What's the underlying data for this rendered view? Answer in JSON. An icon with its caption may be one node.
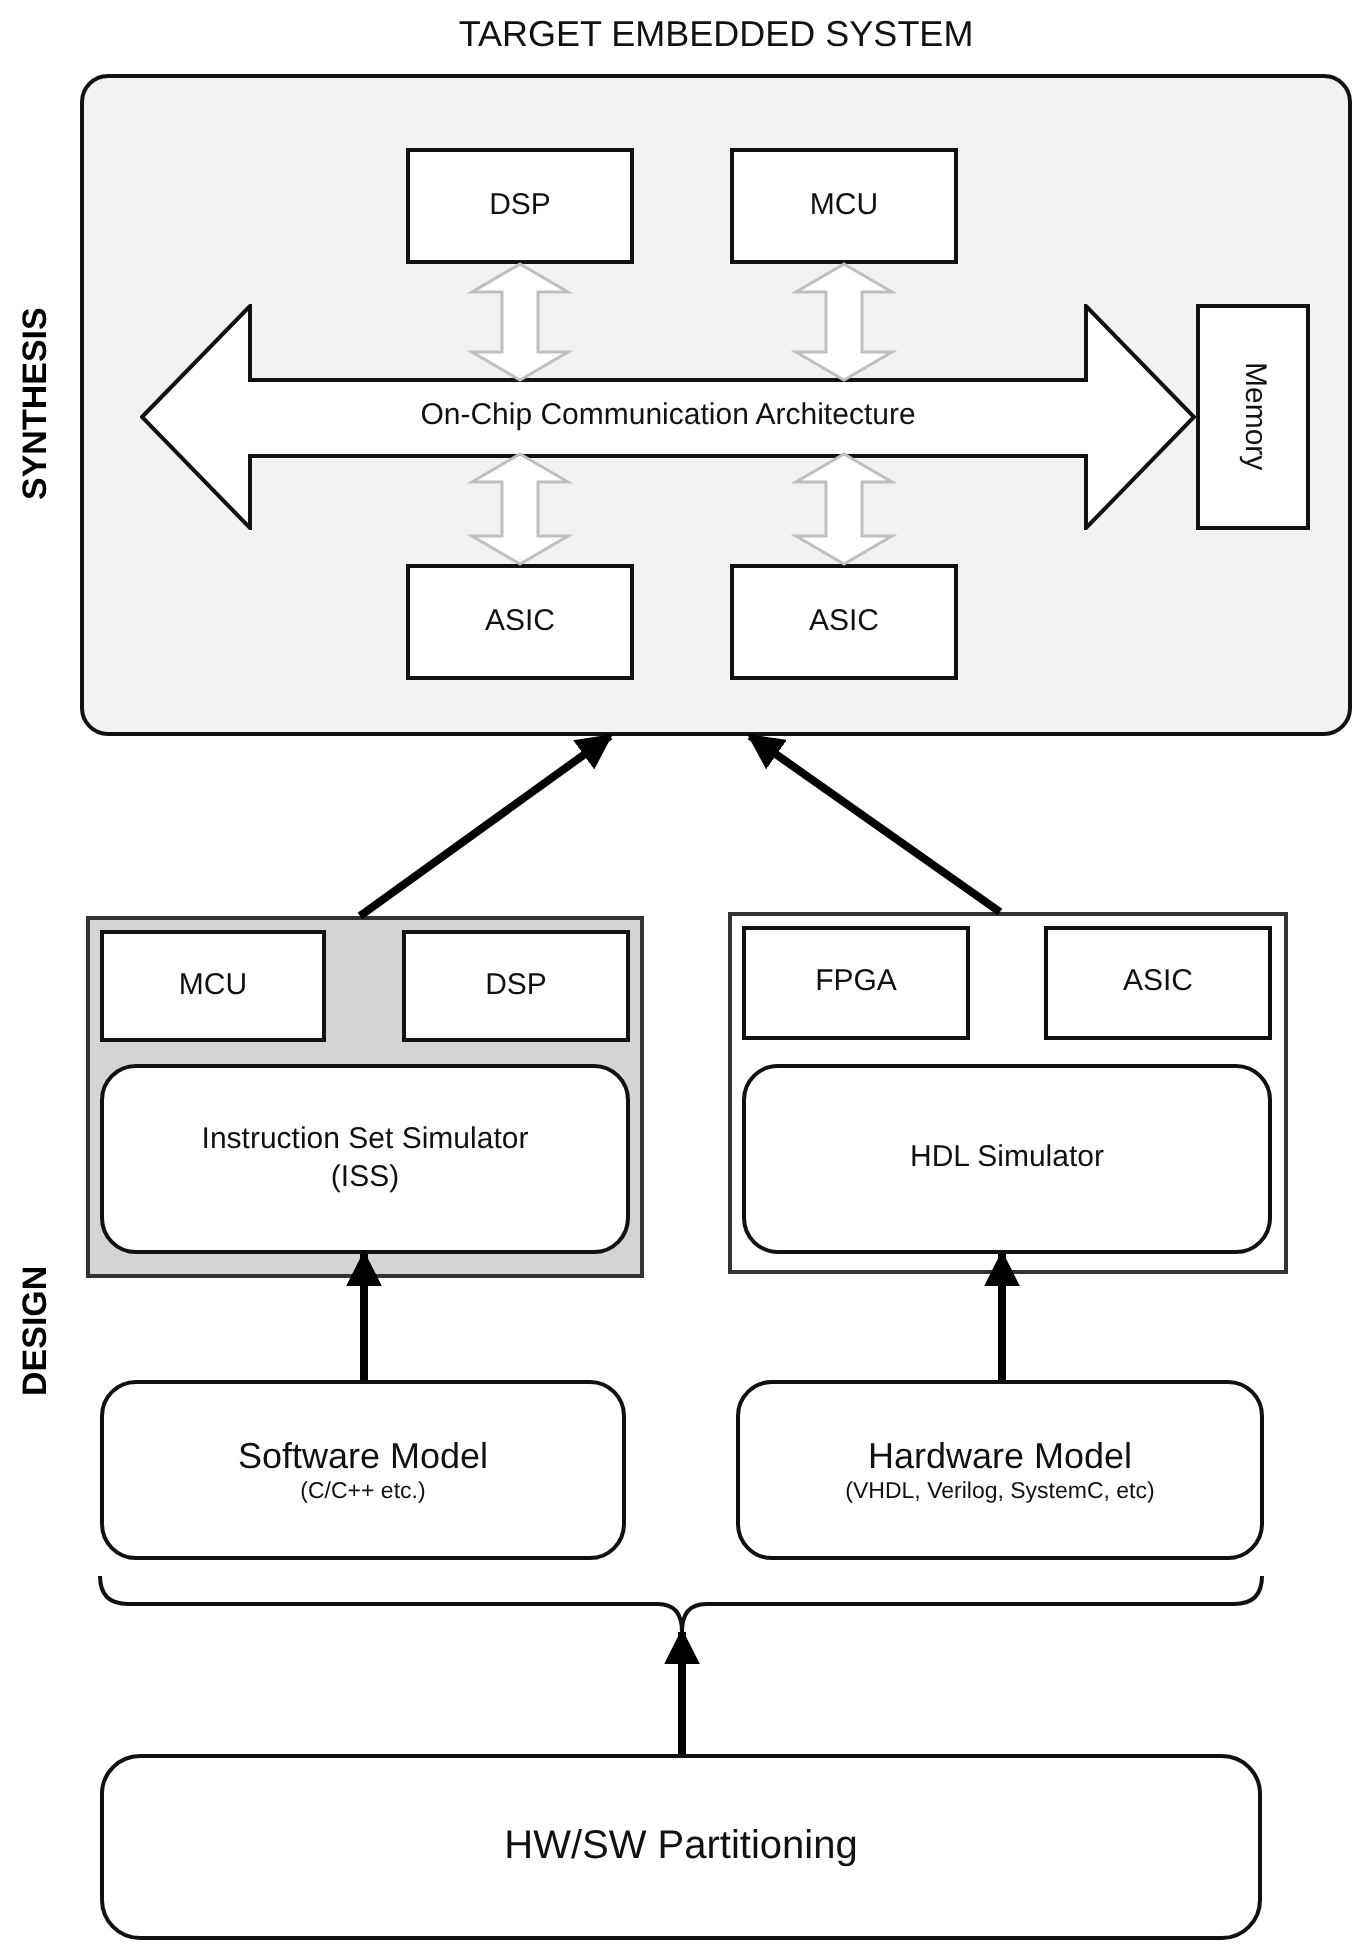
{
  "diagram": {
    "nodes": [
      {
        "text": [
          "TARGET EMBEDDED SYSTEM"
        ]
      },
      {
        "text": [
          "DSP"
        ],
        "in": 0
      },
      {
        "text": [
          "MCU"
        ],
        "in": 0
      },
      {
        "text": [
          "On-Chip Communication Architecture"
        ],
        "in": 0
      },
      {
        "text": [
          "Memory"
        ],
        "in": 0
      },
      {
        "text": [
          "ASIC"
        ],
        "in": 0
      },
      {
        "text": [
          "ASIC"
        ],
        "in": 0
      },
      {
        "text": [],
        "shape": "box"
      },
      {
        "text": [
          "MCU"
        ],
        "in": 7
      },
      {
        "text": [
          "DSP"
        ],
        "in": 7
      },
      {
        "text": [
          "Instruction Set Simulator (ISS)"
        ],
        "in": 7
      },
      {
        "text": [],
        "shape": "box"
      },
      {
        "text": [
          "FPGA"
        ],
        "in": 11
      },
      {
        "text": [
          "ASIC"
        ],
        "in": 11
      },
      {
        "text": [
          "HDL Simulator"
        ],
        "in": 11
      },
      {
        "text": [
          "Software Model",
          "(C/C++ etc.)"
        ]
      },
      {
        "text": [
          "Hardware Model",
          "(VHDL, Verilog, SystemC, etc)"
        ]
      },
      {
        "text": [
          "HW/SW Partitioning"
        ]
      }
    ],
    "edges": [
      {
        "from": 1,
        "to": 3,
        "arrow": "both",
        "color": "#bfbfbf"
      },
      {
        "from": 2,
        "to": 3,
        "arrow": "both",
        "color": "#bfbfbf"
      },
      {
        "from": 3,
        "to": 5,
        "arrow": "both",
        "color": "#bfbfbf"
      },
      {
        "from": 3,
        "to": 6,
        "arrow": "both",
        "color": "#bfbfbf"
      },
      {
        "from": 7,
        "to": 0,
        "arrow": "to"
      },
      {
        "from": 11,
        "to": 0,
        "arrow": "to"
      },
      {
        "from": 15,
        "to": 10,
        "arrow": "to"
      },
      {
        "from": 16,
        "to": 14,
        "arrow": "to"
      },
      {
        "from": 17,
        "to": 15,
        "arrow": "to"
      },
      {
        "from": 17,
        "to": 16,
        "arrow": "to"
      }
    ],
    "labels": [
      "SYNTHESIS",
      "DESIGN"
    ]
  }
}
